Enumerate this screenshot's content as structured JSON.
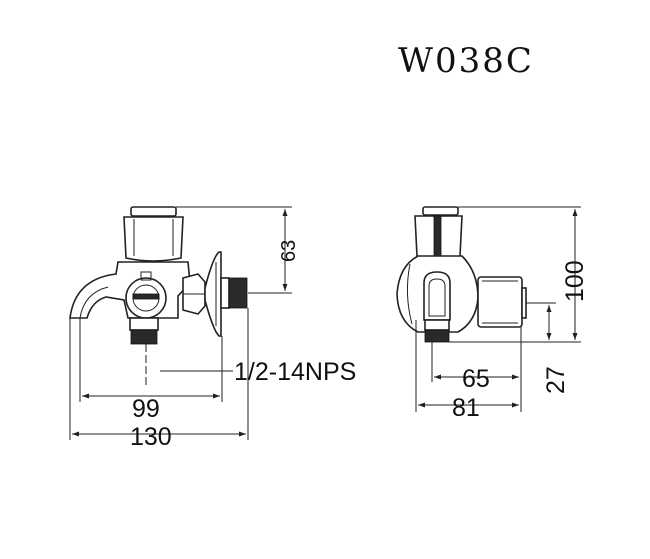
{
  "model": "W038C",
  "front_view": {
    "height_label": "63",
    "thread_label": "1/2-14NPS",
    "width_inner_label": "99",
    "width_total_label": "130"
  },
  "side_view": {
    "height_label": "100",
    "lower_height_label": "27",
    "depth_inner_label": "65",
    "depth_total_label": "81"
  }
}
